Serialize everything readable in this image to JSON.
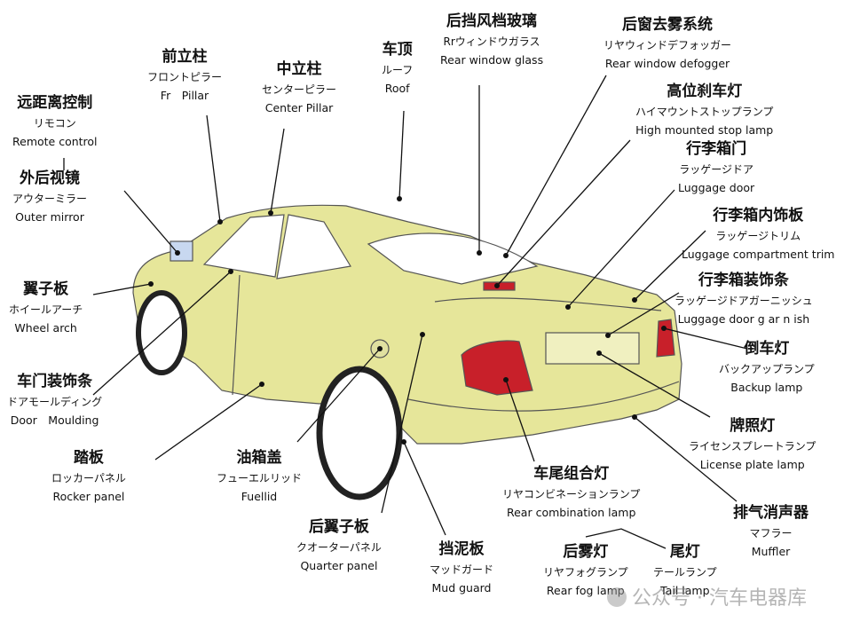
{
  "labels": {
    "rear_window_glass": {
      "zh": "后挡风档玻璃",
      "ja": "Rrウィンドウガラス",
      "en": "Rear window glass"
    },
    "rear_window_defogger": {
      "zh": "后窗去雾系统",
      "ja": "リヤウィンドデフォッガー",
      "en": "Rear window defogger"
    },
    "high_mounted_stop_lamp": {
      "zh": "高位刹车灯",
      "ja": "ハイマウントストップランプ",
      "en": "High mounted stop lamp"
    },
    "roof": {
      "zh": "车顶",
      "ja": "ルーフ",
      "en": "Roof"
    },
    "center_pillar": {
      "zh": "中立柱",
      "ja": "センターピラー",
      "en": "Center Pillar"
    },
    "front_pillar": {
      "zh": "前立柱",
      "ja": "フロントピラー",
      "en": "Fr　Pillar"
    },
    "remote_control": {
      "zh": "远距离控制",
      "ja": "リモコン",
      "en": "Remote control"
    },
    "outer_mirror": {
      "zh": "外后视镜",
      "ja": "アウターミラー",
      "en": "Outer mirror"
    },
    "luggage_door": {
      "zh": "行李箱门",
      "ja": "ラッゲージドア",
      "en": "Luggage door"
    },
    "luggage_trim": {
      "zh": "行李箱内饰板",
      "ja": "ラッゲージトリム",
      "en": "Luggage compartment trim"
    },
    "luggage_garnish": {
      "zh": "行李箱装饰条",
      "ja": "ラッゲージドアガーニッシュ",
      "en": "Luggage door g ar n ish"
    },
    "wheel_arch": {
      "zh": "翼子板",
      "ja": "ホイールアーチ",
      "en": "Wheel arch"
    },
    "door_moulding": {
      "zh": "车门装饰条",
      "ja": "ドアモールディング",
      "en": "Door　Moulding"
    },
    "backup_lamp": {
      "zh": "倒车灯",
      "ja": "バックアップランプ",
      "en": "Backup lamp"
    },
    "license_plate_lamp": {
      "zh": "牌照灯",
      "ja": "ライセンスプレートランプ",
      "en": "License plate lamp"
    },
    "rocker_panel": {
      "zh": "踏板",
      "ja": "ロッカーパネル",
      "en": "Rocker panel"
    },
    "fuel_lid": {
      "zh": "油箱盖",
      "ja": "フューエルリッド",
      "en": "Fuellid"
    },
    "rear_combination_lamp": {
      "zh": "车尾组合灯",
      "ja": "リヤコンビネーションランプ",
      "en": "Rear combination lamp"
    },
    "muffler": {
      "zh": "排气消声器",
      "ja": "マフラー",
      "en": "Muffler"
    },
    "quarter_panel": {
      "zh": "后翼子板",
      "ja": "クオーターパネル",
      "en": "Quarter panel"
    },
    "mud_guard": {
      "zh": "挡泥板",
      "ja": "マッドガード",
      "en": "Mud guard"
    },
    "rear_fog_lamp": {
      "zh": "后雾灯",
      "ja": "リヤフォグランプ",
      "en": "Rear fog lamp"
    },
    "tail_lamp": {
      "zh": "尾灯",
      "ja": "テールランプ",
      "en": "Tail lamp"
    }
  },
  "watermark": "公众号 · 汽车电器库",
  "colors": {
    "car_body": "#e6e69a",
    "tail_lamp_red": "#c8202a",
    "glass": "#ffffff",
    "outline": "#555555"
  }
}
